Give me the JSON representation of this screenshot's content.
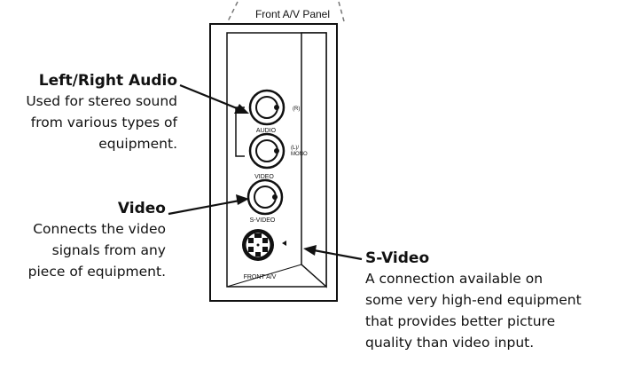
{
  "panel": {
    "title": "Front A/V Panel",
    "jack_labels": {
      "audio_r": "(R)",
      "audio": "AUDIO",
      "audio_l_line1": "(L)/",
      "audio_l_line2": "MONO",
      "video": "VIDEO",
      "s_video": "S-VIDEO",
      "front_av": "FRONT A/V"
    }
  },
  "callouts": {
    "audio": {
      "title": "Left/Right Audio",
      "description": "Used for stereo sound\nfrom various types of\nequipment."
    },
    "video": {
      "title": "Video",
      "description": "Connects the video\nsignals from any\npiece of equipment."
    },
    "svideo": {
      "title": "S-Video",
      "description": "A connection available on\nsome very high-end equipment\nthat provides better picture\nquality than video input."
    }
  }
}
